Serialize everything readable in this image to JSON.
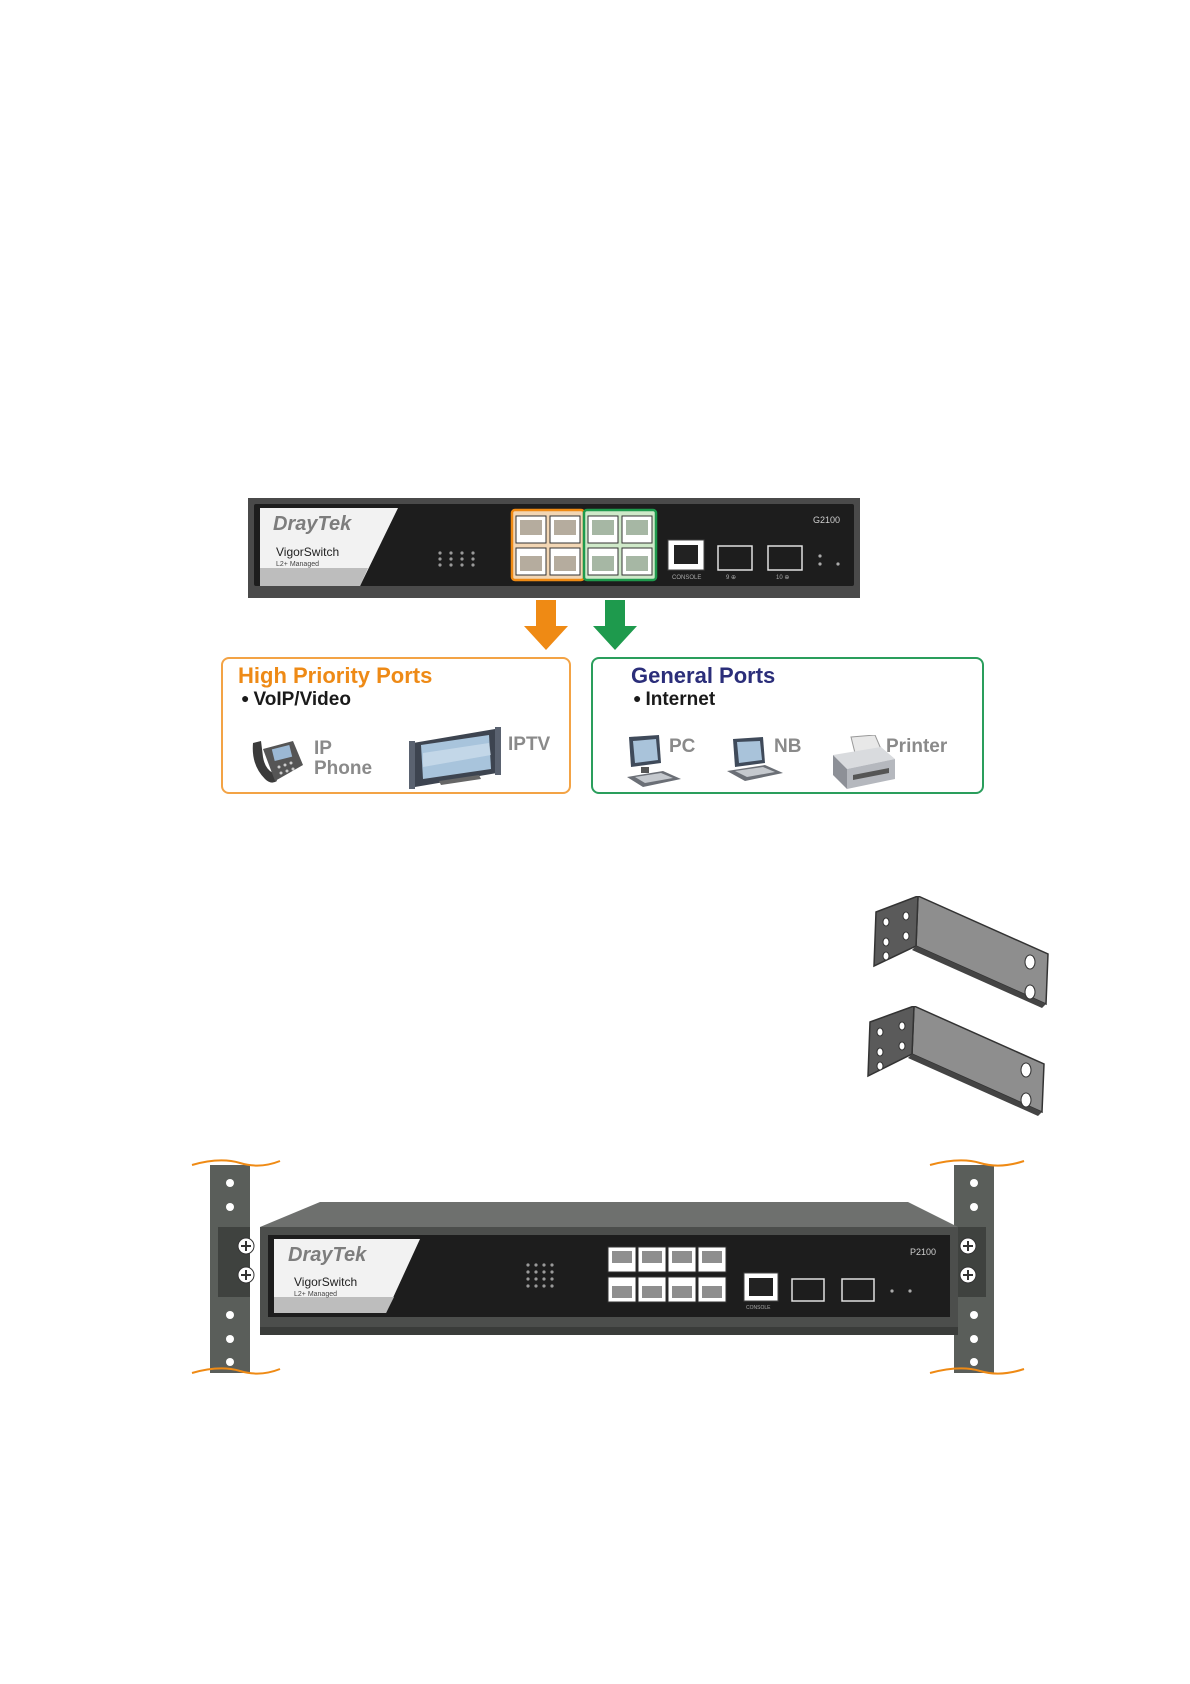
{
  "switch_top": {
    "brand": "DrayTek",
    "product": "VigorSwitch",
    "subtitle": "L2+ Managed",
    "model": "G2100",
    "console_label": "CONSOLE",
    "sfp1_label": "9 ⊕",
    "sfp2_label": "10 ⊕"
  },
  "high_priority": {
    "title": "High Priority Ports",
    "bullet": "VoIP/Video",
    "device_ip_phone_line1": "IP",
    "device_ip_phone_line2": "Phone",
    "device_iptv": "IPTV",
    "color": "#ee8a16"
  },
  "general": {
    "title": "General Ports",
    "bullet": "Internet",
    "device_pc": "PC",
    "device_nb": "NB",
    "device_printer": "Printer",
    "color": "#2b2e7a",
    "border_color": "#2a9e5c"
  },
  "switch_rack": {
    "brand": "DrayTek",
    "product": "VigorSwitch",
    "subtitle": "L2+ Managed",
    "model": "P2100",
    "console_label": "CONSOLE"
  }
}
